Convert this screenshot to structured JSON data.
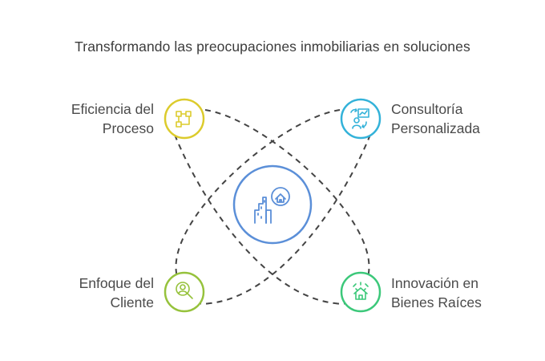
{
  "title": "Transformando las preocupaciones inmobiliarias en soluciones",
  "center": {
    "icon": "house-city-icon",
    "color": "#5b8fd8"
  },
  "nodes": [
    {
      "id": "eficiencia",
      "lines": [
        "Eficiencia del",
        "Proceso"
      ],
      "icon": "process-flow-icon",
      "color": "#dccb2c"
    },
    {
      "id": "consultoria",
      "lines": [
        "Consultoría",
        "Personalizada"
      ],
      "icon": "consultant-presentation-icon",
      "color": "#33b2d9"
    },
    {
      "id": "enfoque",
      "lines": [
        "Enfoque del",
        "Cliente"
      ],
      "icon": "customer-search-icon",
      "color": "#96c23c"
    },
    {
      "id": "innovacion",
      "lines": [
        "Innovación en",
        "Bienes Raíces"
      ],
      "icon": "house-innovation-icon",
      "color": "#3cc87a"
    }
  ],
  "connector_color": "#444444"
}
